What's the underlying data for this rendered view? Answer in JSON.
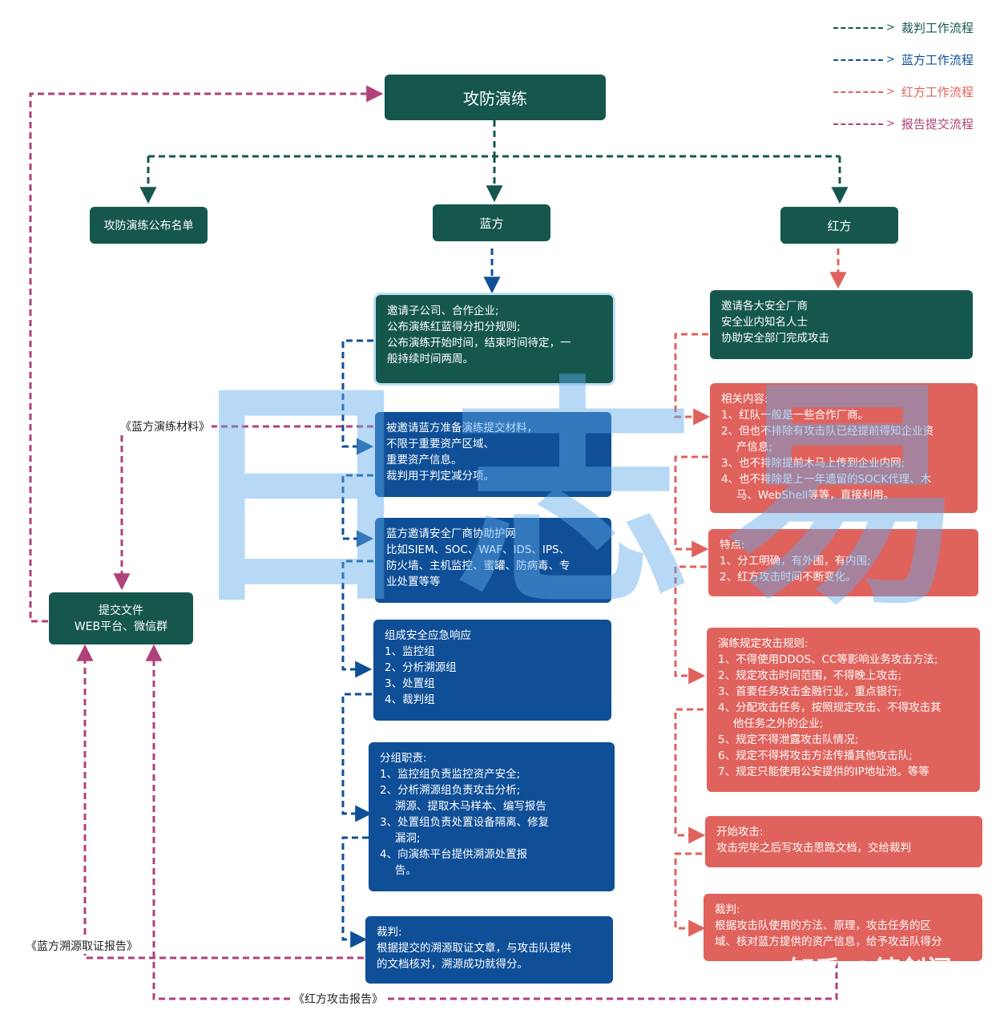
{
  "legend": {
    "referee": "裁判工作流程",
    "blue": "蓝方工作流程",
    "red": "红方工作流程",
    "report": "报告提交流程"
  },
  "colors": {
    "dark_green": "#15574d",
    "blue": "#0f4f97",
    "red": "#e0625c",
    "report_magenta": "#b0417a"
  },
  "nodes": {
    "main": "攻防演练",
    "publish_list": "攻防演练公布名单",
    "blue_team": "蓝方",
    "red_team": "红方",
    "submit": [
      "提交文件",
      "WEB平台、微信群"
    ]
  },
  "blue_boxes": {
    "invite": [
      "邀请子公司、合作企业;",
      "公布演练红蓝得分扣分规则;",
      "公布演练开始时间，结束时间待定，一",
      "般持续时间两周。"
    ],
    "materials": [
      "被邀请蓝方准备演练提交材料，",
      "不限于重要资产区域、",
      "重要资产信息。",
      "裁判用于判定减分项。"
    ],
    "vendors": [
      "蓝方邀请安全厂商协助护网",
      "比如SIEM、SOC、WAF、IDS、IPS、",
      "防火墙、主机监控、蜜罐、防病毒、专",
      "业处置等等"
    ],
    "response": [
      "组成安全应急响应",
      "1、监控组",
      "2、分析溯源组",
      "3、处置组",
      "4、裁判组"
    ],
    "duties": [
      "分组职责:",
      "1、监控组负责监控资产安全;",
      "2、分析溯源组负责攻击分析;",
      "溯源、提取木马样本、编写报告",
      "3、处置组负责处置设备隔离、修复",
      "漏洞;",
      "4、向演练平台提供溯源处置报",
      "告。"
    ],
    "judge": [
      "裁判:",
      "根据提交的溯源取证文章，与攻击队提供",
      "的文档核对，溯源成功就得分。"
    ]
  },
  "red_boxes": {
    "invite": [
      "邀请各大安全厂商",
      "安全业内知名人士",
      "协助安全部门完成攻击"
    ],
    "related": [
      "相关内容:",
      "1、红队一般是一些合作厂商。",
      "2、但也不排除有攻击队已经提前得知企业资",
      "产信息;",
      "3、也不排除提前木马上传到企业内网;",
      "4、也不排除是上一年遗留的SOCK代理、木",
      "马、WebShell等等，直接利用。"
    ],
    "features": [
      "特点:",
      "1、分工明确，有外围，有内围;",
      "2、红方攻击时间不断变化。"
    ],
    "rules": [
      "演练规定攻击规则:",
      "1、不得使用DDOS、CC等影响业务攻击方法;",
      "2、规定攻击时间范围，不得晚上攻击;",
      "3、首要任务攻击金融行业，重点银行;",
      "4、分配攻击任务，按照规定攻击、不得攻击其",
      "他任务之外的企业;",
      "5、规定不得泄露攻击队情况;",
      "6、规定不得将攻击方法传播其他攻击队;",
      "7、规定只能使用公安提供的IP地址池。等等"
    ],
    "start": [
      "开始攻击:",
      "攻击完毕之后写攻击思路文档，交给裁判"
    ],
    "judge": [
      "裁判:",
      "根据攻击队使用的方法、原理，攻击任务的区",
      "域、核对蓝方提供的资产信息，给予攻击队得分"
    ]
  },
  "labels": {
    "blue_materials": "《蓝方演练材料》",
    "blue_trace_report": "《蓝方溯源取证报告》",
    "red_attack_report": "《红方攻击报告》"
  },
  "watermark": "日志易",
  "corner_watermark": "知乎 @铸剑阁"
}
